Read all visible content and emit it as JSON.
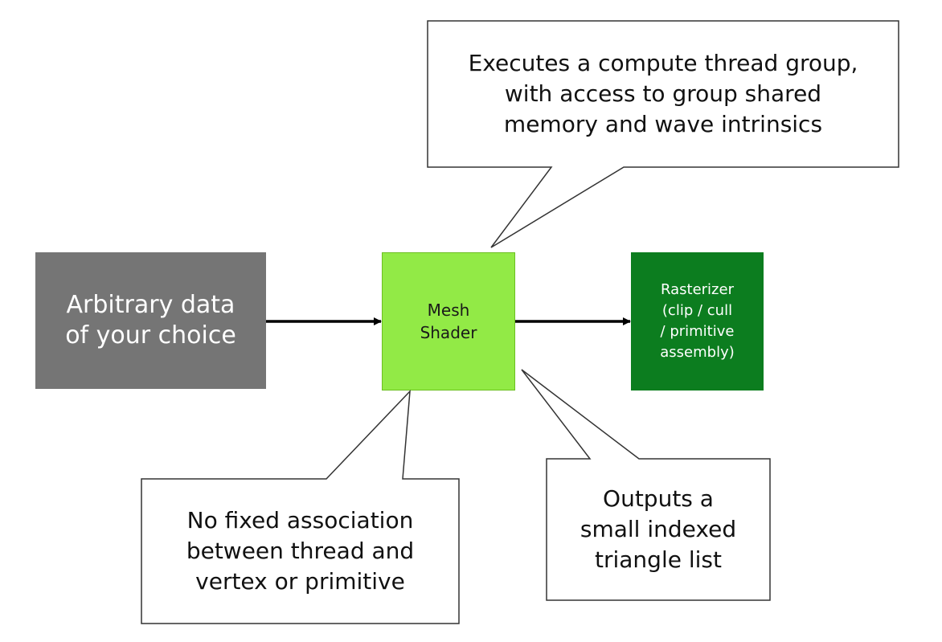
{
  "diagram": {
    "input_box": {
      "label": "Arbitrary data\nof your choice",
      "fill": "#757575"
    },
    "mesh_box": {
      "label": "Mesh\nShader",
      "fill": "#92ea46",
      "border": "#6cc020"
    },
    "raster_box": {
      "label": "Rasterizer\n(clip / cull\n/ primitive\nassembly)",
      "fill": "#0c7d1f"
    },
    "callouts": {
      "top": "Executes a compute thread group,\nwith access to group shared\nmemory and wave intrinsics",
      "bottom_left": "No fixed association\nbetween thread and\nvertex or primitive",
      "bottom_right": "Outputs a\nsmall indexed\ntriangle list"
    },
    "arrow_color": "#000000",
    "callout_border": "#333333"
  }
}
